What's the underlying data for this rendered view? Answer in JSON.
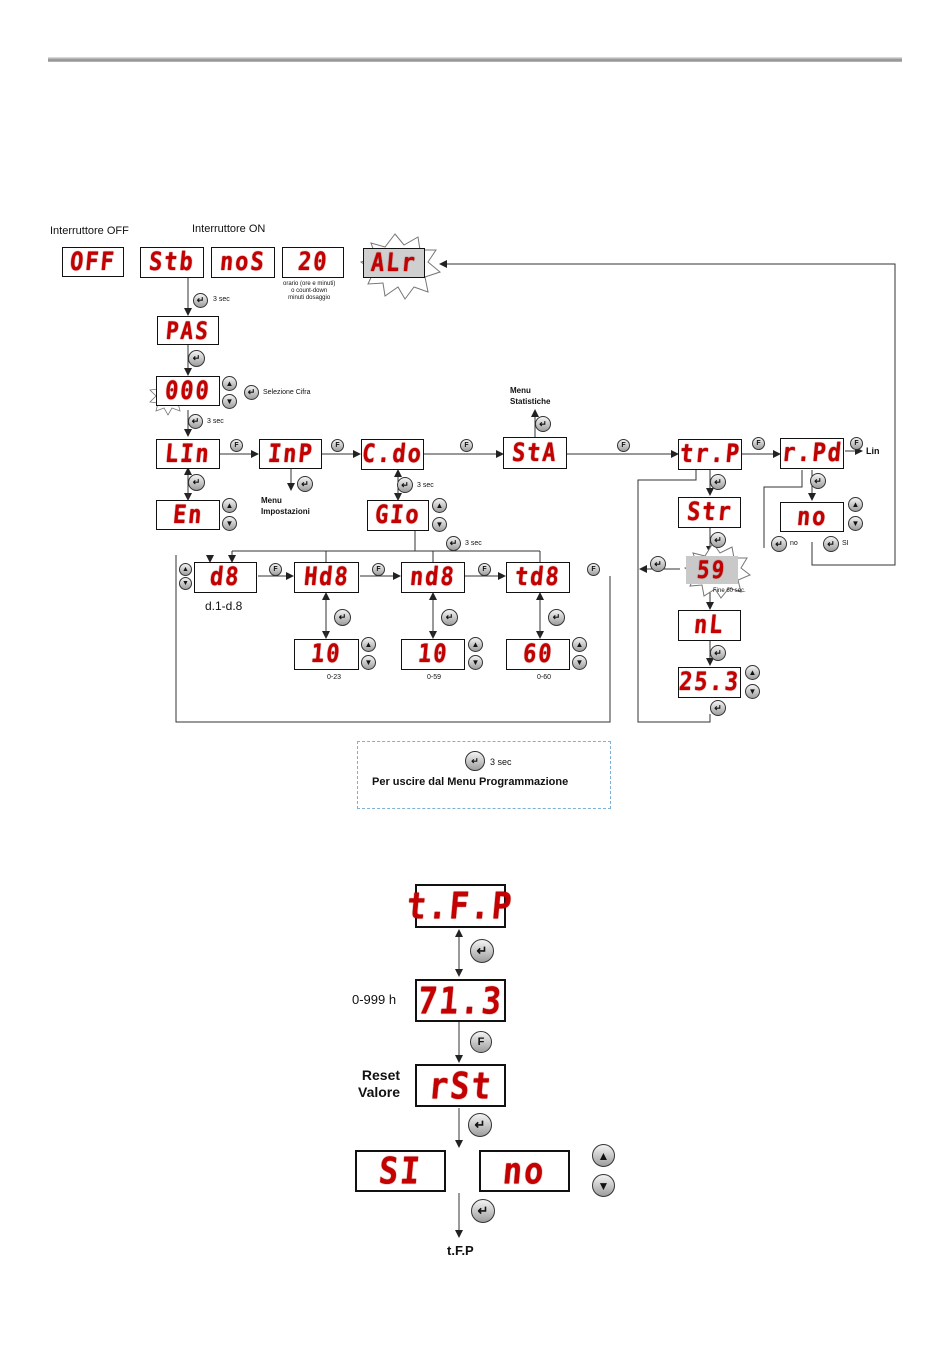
{
  "labels": {
    "interruttore_off": "Interruttore OFF",
    "interruttore_on": "Interruttore ON",
    "orario_note": "orario (ore e minuti)\no count-down\nminuti dosaggio",
    "three_sec": "3 sec",
    "selezione_cifra": "Selezione Cifra",
    "menu_statistiche": "Menu\nStatistiche",
    "menu_impostazioni": "Menu\nImpostazioni",
    "lin_exit": "Lin",
    "no": "no",
    "si": "SI",
    "d_range": "d.1-d.8",
    "range_0_23": "0-23",
    "range_0_59": "0-59",
    "range_0_60": "0-60",
    "fine_60": "Fine 60 sec.",
    "exit_3sec": "3 sec",
    "exit_text": "Per uscire dal Menu Programmazione",
    "range_0_999": "0-999 h",
    "reset_valore": "Reset\nValore",
    "tfp_bottom": "t.F.P",
    "f": "F"
  },
  "displays": {
    "off": "OFF",
    "stb": "Stb",
    "nos": "noS",
    "n20": "20",
    "alr": "ALr",
    "pas": "PAS",
    "d000": "000",
    "lin": "LIn",
    "en": "En",
    "inp": "InP",
    "cdo": "C.do",
    "gio": "GIo",
    "sta": "StA",
    "trp": "tr.P",
    "str": "Str",
    "d59": "59",
    "nl": "nL",
    "d253": "25.3",
    "rpd": "r.Pd",
    "no": "no",
    "d8": "d8",
    "hd8": "Hd8",
    "nd8": "nd8",
    "td8": "td8",
    "v10a": "10",
    "v10b": "10",
    "v60": "60",
    "tfp": "t.F.P",
    "v713": "71.3",
    "rst": "rSt",
    "si": "SI",
    "no2": "no"
  }
}
